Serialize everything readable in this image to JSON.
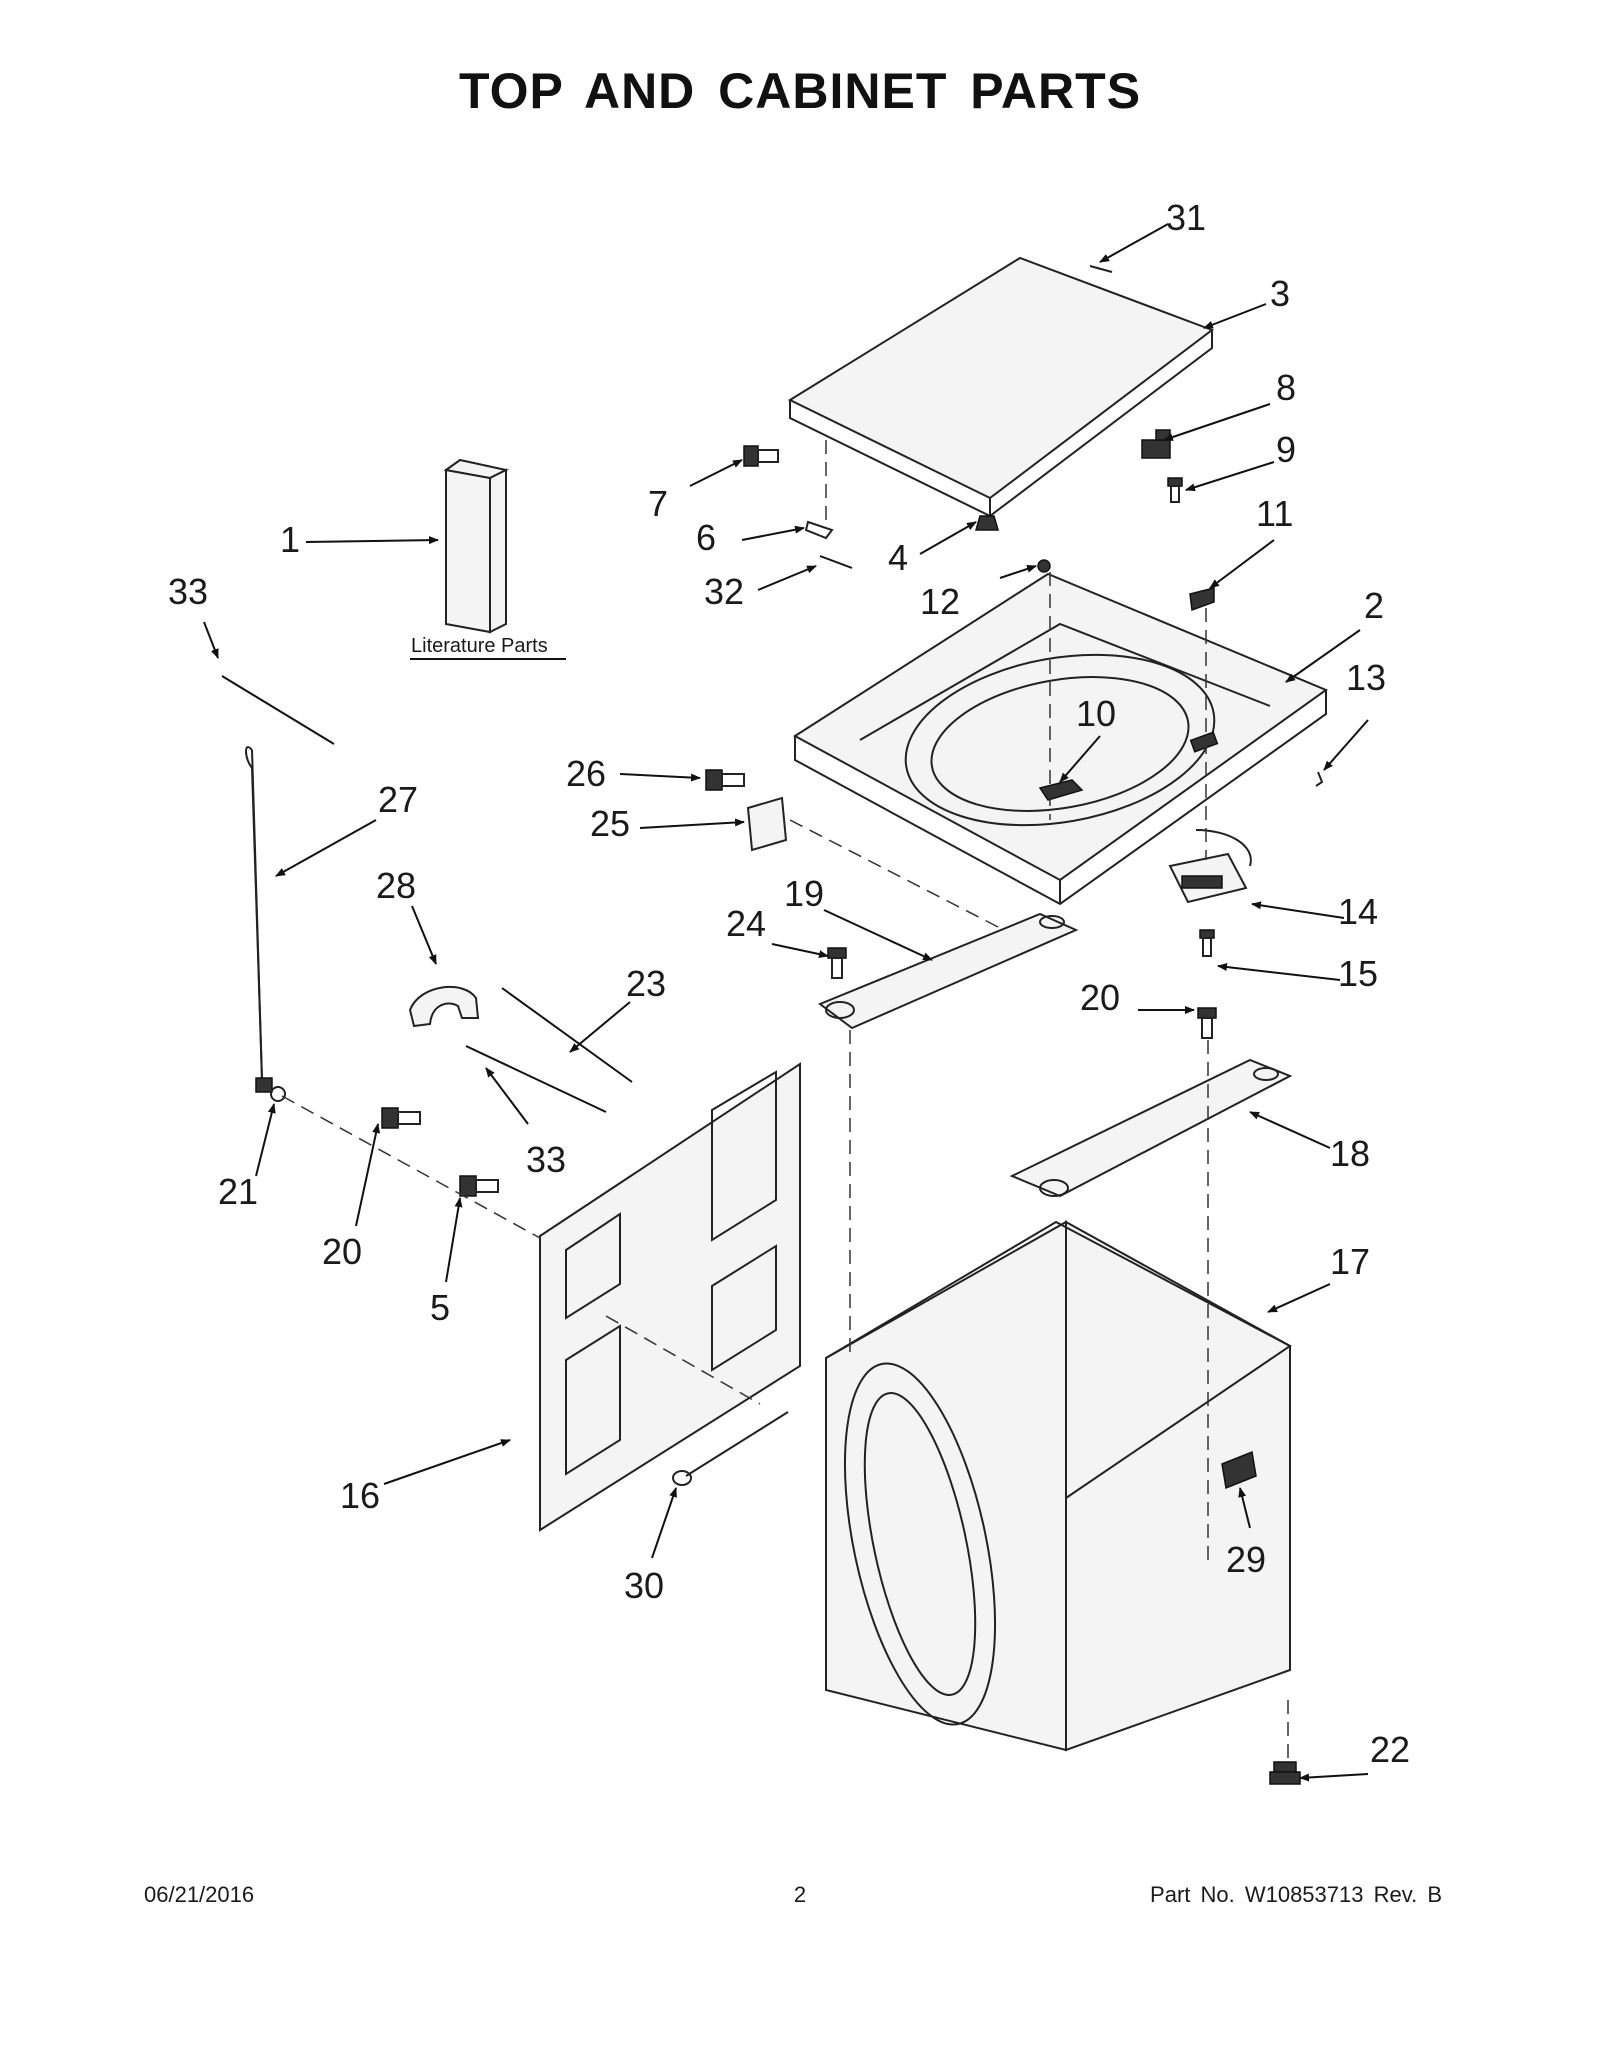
{
  "title": "TOP AND CABINET PARTS",
  "literature_label": "Literature Parts",
  "footer": {
    "date": "06/21/2016",
    "page": "2",
    "part_number": "Part No.  W10853713  Rev.  B"
  },
  "callouts": [
    "1",
    "2",
    "3",
    "4",
    "5",
    "6",
    "7",
    "8",
    "9",
    "10",
    "11",
    "12",
    "13",
    "14",
    "15",
    "16",
    "17",
    "18",
    "19",
    "20",
    "20",
    "21",
    "22",
    "23",
    "24",
    "25",
    "26",
    "27",
    "28",
    "29",
    "30",
    "31",
    "32",
    "33",
    "33"
  ]
}
